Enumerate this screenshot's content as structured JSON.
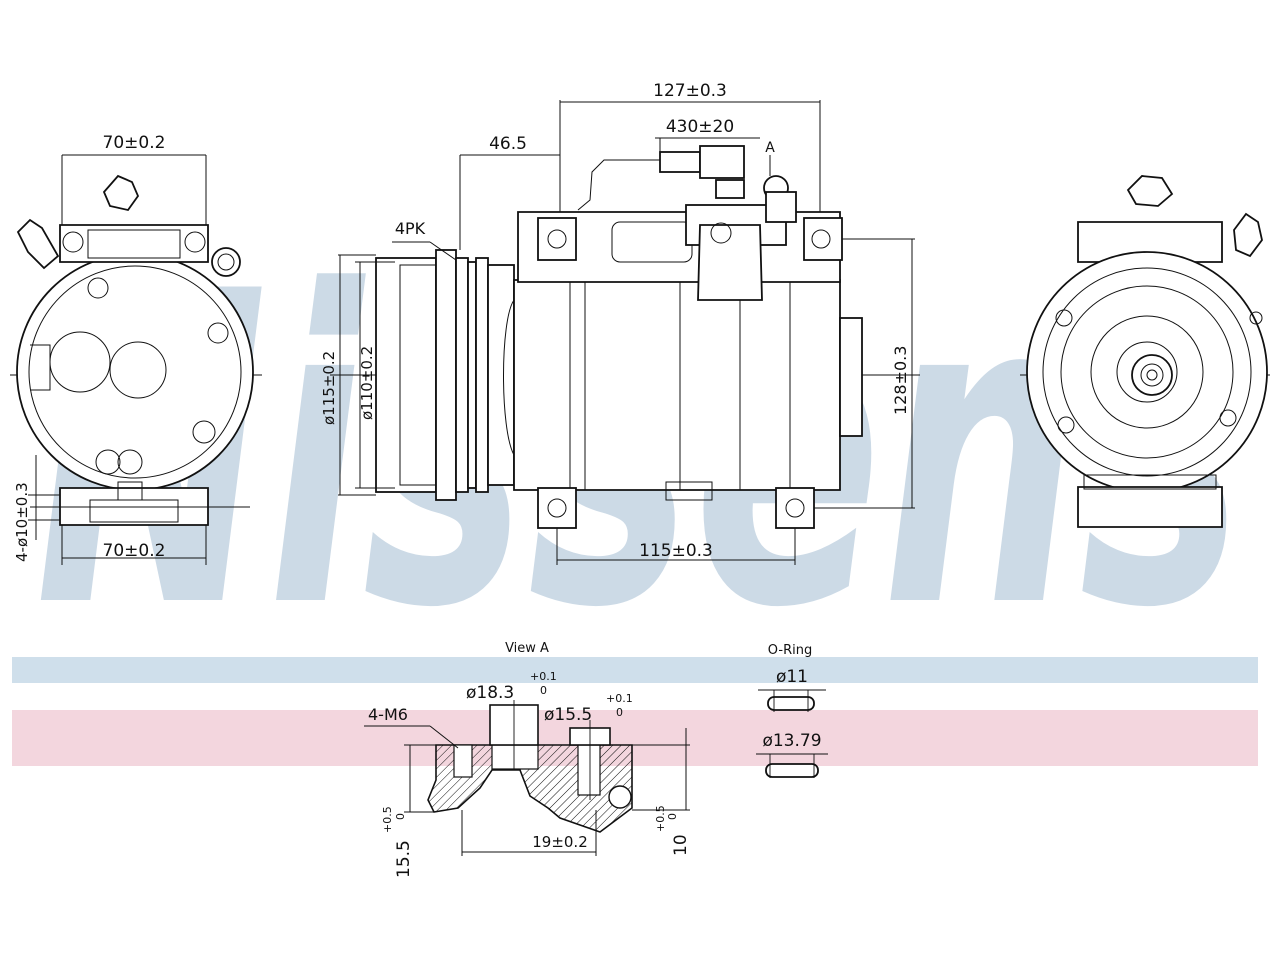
{
  "watermark": {
    "text": "Nissens",
    "color": "#c7d6e4"
  },
  "bands": {
    "blue": "#cfdfeb",
    "pink": "#f3d6de"
  },
  "dimensions": {
    "left_top_width": "70±0.2",
    "left_bottom_width": "70±0.2",
    "left_hole": "4-ø10±0.3",
    "depth_127": "127±0.3",
    "wire_430": "430±20",
    "pulley_offset": "46.5",
    "view_marker": "A",
    "belt": "4PK",
    "pulley_outer": "ø115±0.2",
    "pulley_inner": "ø110±0.2",
    "height_128": "128±0.3",
    "base_115": "115±0.3"
  },
  "view_a": {
    "title": "View A",
    "bore_large": "ø18.3",
    "bore_large_tol_upper": "+0.1",
    "bore_large_tol_lower": "0",
    "bore_small": "ø15.5",
    "bore_small_tol_upper": "+0.1",
    "bore_small_tol_lower": "0",
    "thread": "4-M6",
    "spacing": "19±0.2",
    "depth_left": "15.5",
    "depth_left_tol_upper": "+0.5",
    "depth_left_tol_lower": "0",
    "depth_right": "10",
    "depth_right_tol_upper": "+0.5",
    "depth_right_tol_lower": "0"
  },
  "o_ring": {
    "title": "O-Ring",
    "small": "ø11",
    "large": "ø13.79"
  }
}
